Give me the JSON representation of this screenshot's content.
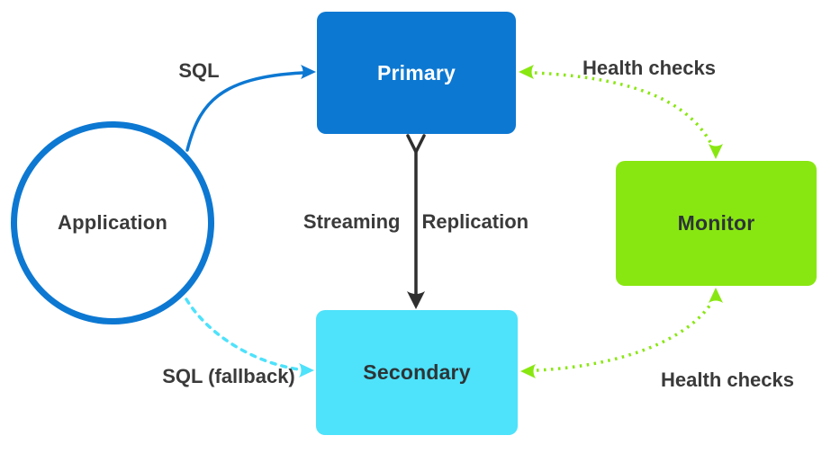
{
  "nodes": {
    "application": {
      "label": "Application",
      "shape": "circle"
    },
    "primary": {
      "label": "Primary",
      "shape": "rounded-rect"
    },
    "secondary": {
      "label": "Secondary",
      "shape": "rounded-rect"
    },
    "monitor": {
      "label": "Monitor",
      "shape": "rounded-rect"
    }
  },
  "edges": {
    "sql": {
      "label": "SQL",
      "from": "application",
      "to": "primary",
      "style": "solid",
      "direction": "one-way"
    },
    "sql_fallback": {
      "label": "SQL (fallback)",
      "from": "application",
      "to": "secondary",
      "style": "dashed",
      "direction": "one-way"
    },
    "replication": {
      "label": "Streaming Replication",
      "label_parts": [
        "Streaming",
        "Replication"
      ],
      "from": "primary",
      "to": "secondary",
      "style": "solid",
      "direction": "one-way"
    },
    "health_primary": {
      "label": "Health checks",
      "from": "monitor",
      "to": "primary",
      "style": "dotted",
      "direction": "two-way"
    },
    "health_secondary": {
      "label": "Health checks",
      "from": "monitor",
      "to": "secondary",
      "style": "dotted",
      "direction": "two-way"
    }
  },
  "colors": {
    "primary_blue": "#0d78d2",
    "secondary_cyan": "#4ee2fb",
    "monitor_green": "#89e711",
    "replication_black": "#2f2f2f",
    "label_text": "#3a3a3a",
    "node_text_dark": "#2d3436",
    "node_text_light": "#ffffff",
    "background": "#ffffff"
  }
}
